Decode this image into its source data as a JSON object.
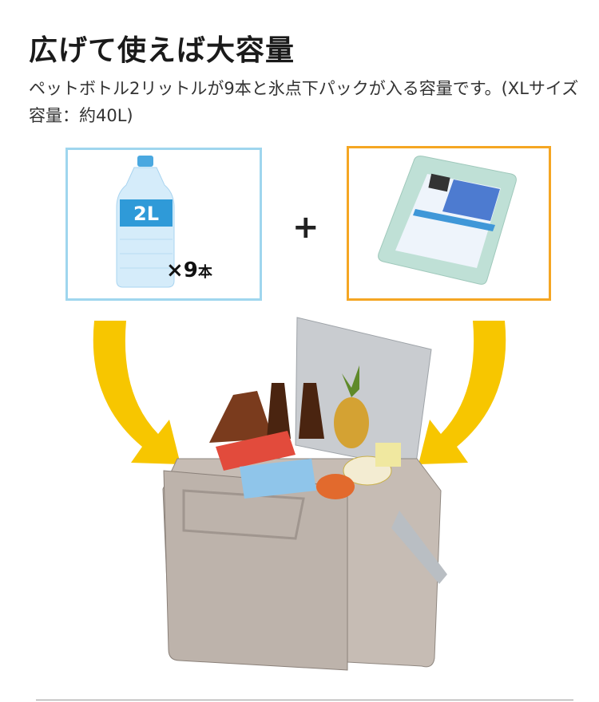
{
  "heading": "広げて使えば大容量",
  "description": "ペットボトル2リットルが9本と氷点下パックが入る容量です。(XLサイズ容量：約40L)",
  "bottle_panel": {
    "bottle_label": "2L",
    "count_prefix": "×9",
    "count_unit": "本",
    "border_color": "#9fd6ee",
    "icon": "water-bottle-icon"
  },
  "plus_sign": "+",
  "ice_pack_panel": {
    "border_color": "#f5a623",
    "icon": "ice-pack-image"
  },
  "arrow_color": "#f7c600",
  "product": {
    "icon": "cooler-bag-image"
  }
}
